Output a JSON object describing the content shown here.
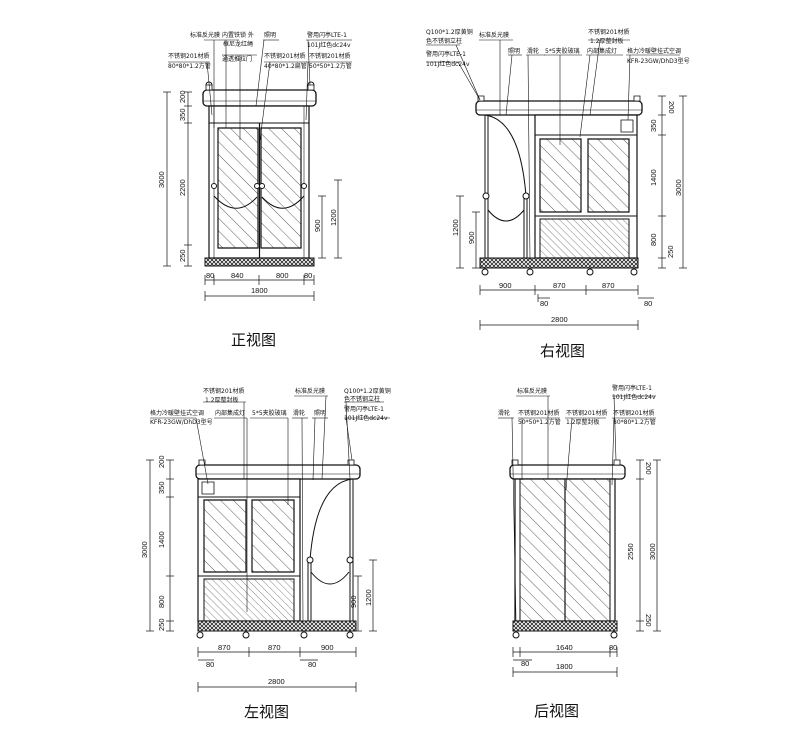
{
  "views": {
    "front": {
      "title": "正视图",
      "notes": [
        "标准反光膜",
        "内置铁锁 外",
        "框尼龙红绳",
        "照明",
        "警用闪亭LTE-1",
        "101J红色dc24v",
        "不锈钢201材质",
        "80*80*1.2方管",
        "通透推拉门",
        "不锈钢201材质",
        "40*80*1.2扁管",
        "不锈钢201材质",
        "50*50*1.2方管"
      ],
      "dims_v": [
        "200",
        "350",
        "2200",
        "250",
        "3000",
        "900",
        "1200"
      ],
      "dims_h": [
        "80",
        "840",
        "800",
        "80",
        "1800"
      ]
    },
    "right": {
      "title": "右视图",
      "notes": [
        "Q100*1.2厚黄铜",
        "色不锈钢立柱",
        "标准反光膜",
        "不锈钢201材质",
        "1.2厚整封板",
        "警用闪亭LTE-1",
        "101J红色dc24v",
        "照明",
        "滑轮",
        "5*5夹胶玻璃",
        "内部集成灯",
        "格力冷暖壁挂式空调",
        "KFR-23GW/DhD3型号"
      ],
      "dims_v": [
        "1200",
        "900",
        "200",
        "350",
        "1400",
        "800",
        "250",
        "3000"
      ],
      "dims_h": [
        "900",
        "870",
        "870",
        "80",
        "80",
        "2800"
      ]
    },
    "left": {
      "title": "左视图",
      "notes": [
        "不锈钢201材质",
        "1.2厚整封板",
        "标准反光膜",
        "Q100*1.2厚黄铜",
        "色不锈钢立柱",
        "格力冷暖壁挂式空调",
        "KFR-23GW/DhD3型号",
        "内部集成灯",
        "5*5夹胶玻璃",
        "滑轮",
        "照明",
        "警用闪亭LTE-1",
        "101J红色dc24v"
      ],
      "dims_v": [
        "200",
        "350",
        "1400",
        "800",
        "250",
        "3000",
        "900",
        "1200"
      ],
      "dims_h": [
        "870",
        "870",
        "900",
        "80",
        "80",
        "2800"
      ]
    },
    "back": {
      "title": "后视图",
      "notes": [
        "标准反光膜",
        "警用闪亭LTE-1",
        "101J红色dc24v",
        "滑轮",
        "不锈钢201材质",
        "不锈钢201材质",
        "不锈钢201材质",
        "50*50*1.2方管",
        "1.2厚整封板",
        "80*80*1.2方管"
      ],
      "dims_v": [
        "200",
        "2550",
        "250",
        "3000"
      ],
      "dims_h": [
        "1640",
        "80",
        "80",
        "1800"
      ]
    }
  }
}
